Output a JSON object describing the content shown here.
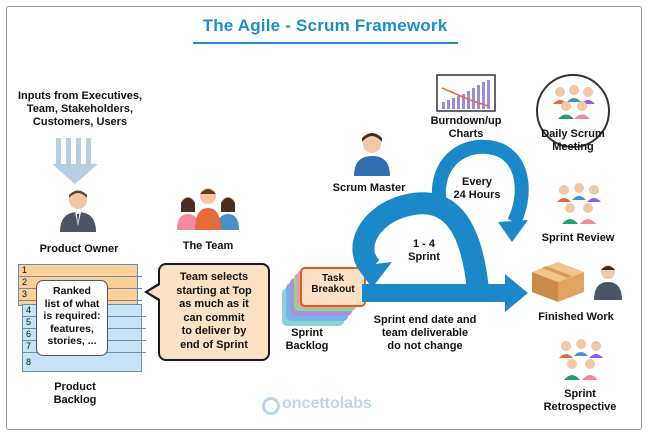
{
  "title": "The Agile - Scrum Framework",
  "inputs_label": "Inputs from Executives, Team, Stakeholders, Customers, Users",
  "inputs_lines": [
    "Inputs from Executives,",
    "Team, Stakeholders,",
    "Customers, Users"
  ],
  "product_owner": "Product Owner",
  "the_team": "The Team",
  "product_backlog": {
    "label_lines": [
      "Product",
      "Backlog"
    ],
    "numbers": [
      "1",
      "2",
      "3",
      "4",
      "5",
      "6",
      "7",
      "8"
    ],
    "ranked_lines": [
      "Ranked",
      "list of what",
      "is required:",
      "features,",
      "stories, ..."
    ]
  },
  "team_selects_lines": [
    "Team selects",
    "starting at Top",
    "as much as it",
    "can commit",
    "to deliver by",
    "end of Sprint"
  ],
  "task_breakout_lines": [
    "Task",
    "Breakout"
  ],
  "sprint_backlog_lines": [
    "Sprint",
    "Backlog"
  ],
  "scrum_master": "Scrum Master",
  "burndown_lines": [
    "Burndown/up",
    "Charts"
  ],
  "daily_scrum_lines": [
    "Daily Scrum",
    "Meeting"
  ],
  "every_24_lines": [
    "Every",
    "24 Hours"
  ],
  "sprint_length_lines": [
    "1 - 4",
    "Sprint"
  ],
  "sprint_end_lines": [
    "Sprint end date and",
    "team deliverable",
    "do not change"
  ],
  "sprint_review": "Sprint Review",
  "finished_work": "Finished Work",
  "sprint_retro_lines": [
    "Sprint",
    "Retrospective"
  ],
  "logo_text": "oncettolabs",
  "colors": {
    "title": "#1a8fc9",
    "cycle_blue": "#1b88c9",
    "backlog_orange": "#fbcf96",
    "backlog_blue": "#c8e4f4",
    "team_box": "#fde1c4",
    "task_border": "#e05a24"
  }
}
